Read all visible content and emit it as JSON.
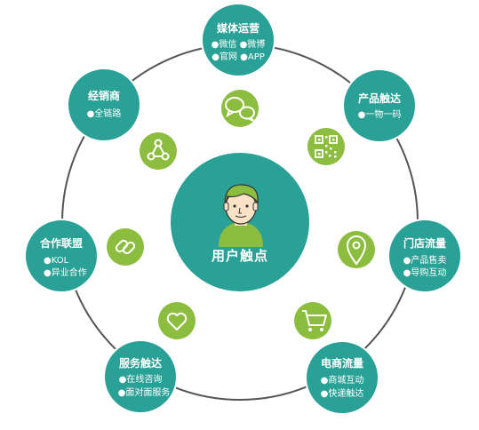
{
  "colors": {
    "teal": "#2aa196",
    "teal_dark": "#23877e",
    "green": "#8cbd3f",
    "ring": "#555555",
    "skin": "#fbe2c6",
    "hair": "#8cbd3f"
  },
  "center": {
    "label": "用户触点",
    "icon": "user-avatar-icon"
  },
  "nodes": [
    {
      "id": "media",
      "title": "媒体运营",
      "lines": [
        "●微信 ●微博",
        "●官网 ●APP"
      ]
    },
    {
      "id": "product",
      "title": "产品触达",
      "lines": [
        "●一物一码"
      ]
    },
    {
      "id": "store",
      "title": "门店流量",
      "lines": [
        "●产品售卖",
        "●导购互动"
      ]
    },
    {
      "id": "ecommerce",
      "title": "电商流量",
      "lines": [
        "●商城互动",
        "●快递触达"
      ]
    },
    {
      "id": "service",
      "title": "服务触达",
      "lines": [
        "●在线咨询",
        "●面对面服务"
      ]
    },
    {
      "id": "alliance",
      "title": "合作联盟",
      "lines": [
        "●KOL",
        "●异业合作"
      ]
    },
    {
      "id": "dealer",
      "title": "经销商",
      "lines": [
        "●全链路"
      ]
    }
  ],
  "icons": [
    {
      "id": "chat",
      "name": "chat-bubbles-icon"
    },
    {
      "id": "qr",
      "name": "qr-code-icon"
    },
    {
      "id": "location",
      "name": "location-pin-icon"
    },
    {
      "id": "cart",
      "name": "shopping-cart-icon"
    },
    {
      "id": "heart",
      "name": "heart-icon"
    },
    {
      "id": "link",
      "name": "chain-link-icon"
    },
    {
      "id": "share",
      "name": "share-network-icon"
    }
  ]
}
